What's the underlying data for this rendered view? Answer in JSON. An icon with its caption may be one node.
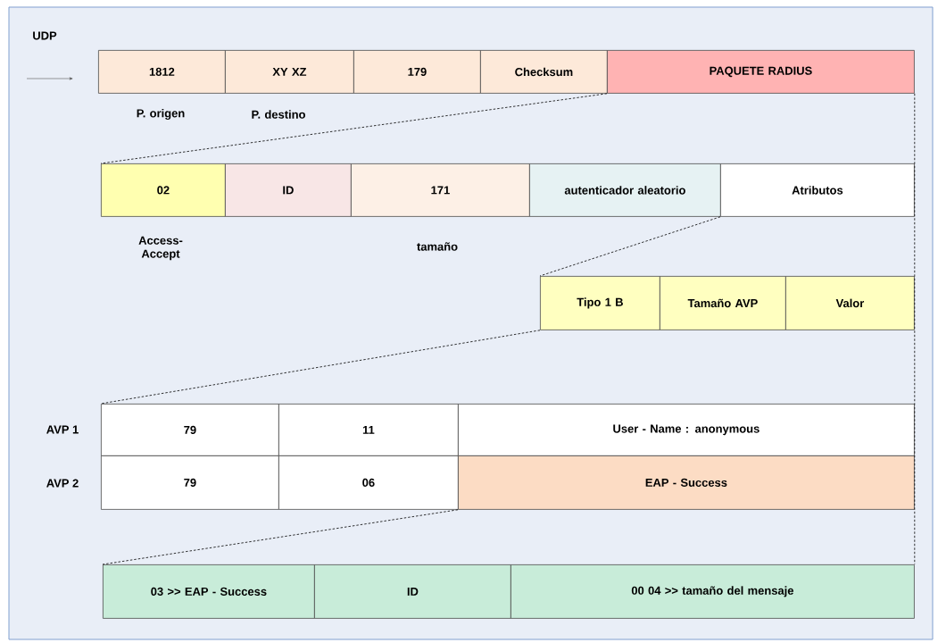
{
  "diagram": {
    "nodes": [
      {
        "text": [
          "1812"
        ],
        "beside": [
          "P. origen"
        ]
      },
      {
        "text": [
          "XY XZ"
        ],
        "beside": [
          "P. destino"
        ]
      },
      {
        "text": [
          "179"
        ]
      },
      {
        "text": [
          "Checksum"
        ]
      },
      {
        "text": [
          "PAQUETE RADIUS"
        ]
      },
      {
        "text": [
          "02"
        ],
        "beside": [
          "Access- Accept"
        ]
      },
      {
        "text": [
          "ID"
        ]
      },
      {
        "text": [
          "171"
        ],
        "beside": [
          "tamaño"
        ]
      },
      {
        "text": [
          "autenticador aleatorio"
        ]
      },
      {
        "text": [
          "Atributos"
        ]
      },
      {
        "text": [
          "Tipo 1 B"
        ]
      },
      {
        "text": [
          "Tamaño AVP"
        ]
      },
      {
        "text": [
          "Valor"
        ]
      },
      {
        "text": [
          "79"
        ]
      },
      {
        "text": [
          "11"
        ]
      },
      {
        "text": [
          "User - Name : anonymous"
        ]
      },
      {
        "text": [
          "79"
        ]
      },
      {
        "text": [
          "06"
        ]
      },
      {
        "text": [
          "EAP - Success"
        ]
      },
      {
        "text": [
          "03 >> EAP - Success"
        ]
      },
      {
        "text": [
          "ID"
        ]
      },
      {
        "text": [
          "00 04 >> tamaño del mensaje"
        ]
      }
    ],
    "edges": [
      {
        "from": 4,
        "to": 5,
        "arrow": "none",
        "style": "dashed"
      },
      {
        "from": 4,
        "to": 21,
        "arrow": "none",
        "style": "dashed"
      },
      {
        "from": 9,
        "to": 10,
        "arrow": "none",
        "style": "dashed"
      },
      {
        "from": 10,
        "to": 13,
        "arrow": "none",
        "style": "dashed"
      },
      {
        "from": 18,
        "to": 19,
        "arrow": "none",
        "style": "dashed"
      }
    ],
    "labels": [
      "UDP",
      "AVP 1",
      "AVP 2"
    ]
  }
}
